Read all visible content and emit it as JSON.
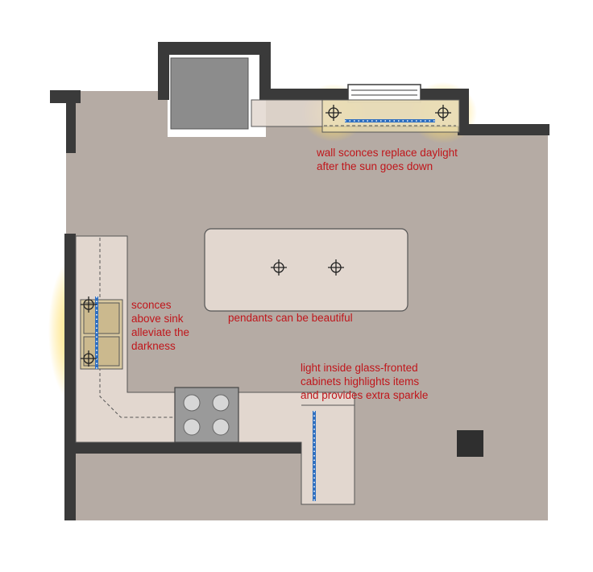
{
  "colors": {
    "floor": "#b5aba4",
    "wall": "#3a3a3a",
    "counter": "#e2d7cf",
    "glow": "#ffe27a",
    "led": "#2f6fc0",
    "annotation": "#c0161b",
    "appliance": "#9a9a9a"
  },
  "annotations": {
    "wall_sconces": "wall sconces replace daylight\nafter the sun goes down",
    "pendants": "pendants can be beautiful",
    "sink_sconces": "sconces\nabove sink\nalleviate the\ndarkness",
    "glass_cabinets": "light inside glass-fronted\ncabinets highlights items\nand provides extra sparkle"
  },
  "icons": {
    "light_fixture": "crosshair-circle-icon",
    "led_strip": "led-strip-icon"
  }
}
